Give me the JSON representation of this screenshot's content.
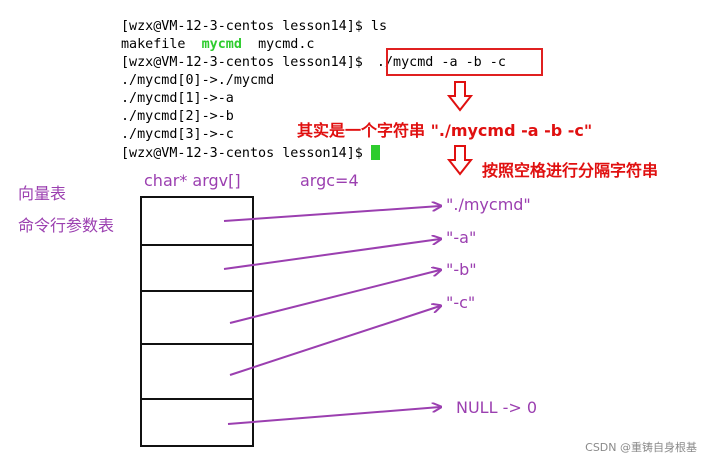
{
  "terminal": {
    "line1": "[wzx@VM-12-3-centos lesson14]$ ls",
    "ls_output": {
      "file1": "makefile",
      "exec": "mycmd",
      "file2": "mycmd.c"
    },
    "prompt": "[wzx@VM-12-3-centos lesson14]$ ",
    "command": "./mycmd -a -b -c",
    "out": [
      "./mycmd[0]->./mycmd",
      "./mycmd[1]->-a",
      "./mycmd[2]->-b",
      "./mycmd[3]->-c"
    ]
  },
  "notes": {
    "whole_string": "其实是一个字符串 \"./mycmd -a -b -c\"",
    "split": "按照空格进行分隔字符串"
  },
  "labels": {
    "vector_table": "向量表",
    "cmdline_table": "命令行参数表",
    "argv_decl": "char* argv[]",
    "argc": "argc=4"
  },
  "strings": [
    "\"./mycmd\"",
    "\"-a\"",
    "\"-b\"",
    "\"-c\"",
    "NULL -> 0"
  ],
  "watermark": "CSDN @重铸自身根基",
  "colors": {
    "red": "#e01010",
    "purple": "#9b3fb0",
    "green": "#2ecc2e"
  }
}
